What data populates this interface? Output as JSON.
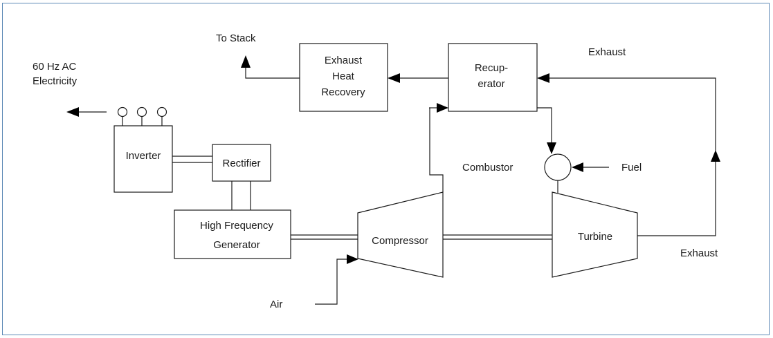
{
  "labels": {
    "to_stack": "To Stack",
    "exhaust_top": "Exhaust",
    "ac_line1": "60 Hz AC",
    "ac_line2": "Electricity",
    "exhaust_heat_line1": "Exhaust",
    "exhaust_heat_line2": "Heat",
    "exhaust_heat_line3": "Recovery",
    "recup_line1": "Recup-",
    "recup_line2": "erator",
    "inverter": "Inverter",
    "rectifier": "Rectifier",
    "combustor": "Combustor",
    "fuel": "Fuel",
    "hfg_line1": "High Frequency",
    "hfg_line2": "Generator",
    "compressor": "Compressor",
    "turbine": "Turbine",
    "exhaust_right": "Exhaust",
    "air": "Air"
  },
  "colors": {
    "frame_border": "#5b87b5",
    "line": "#1a1a1a"
  }
}
